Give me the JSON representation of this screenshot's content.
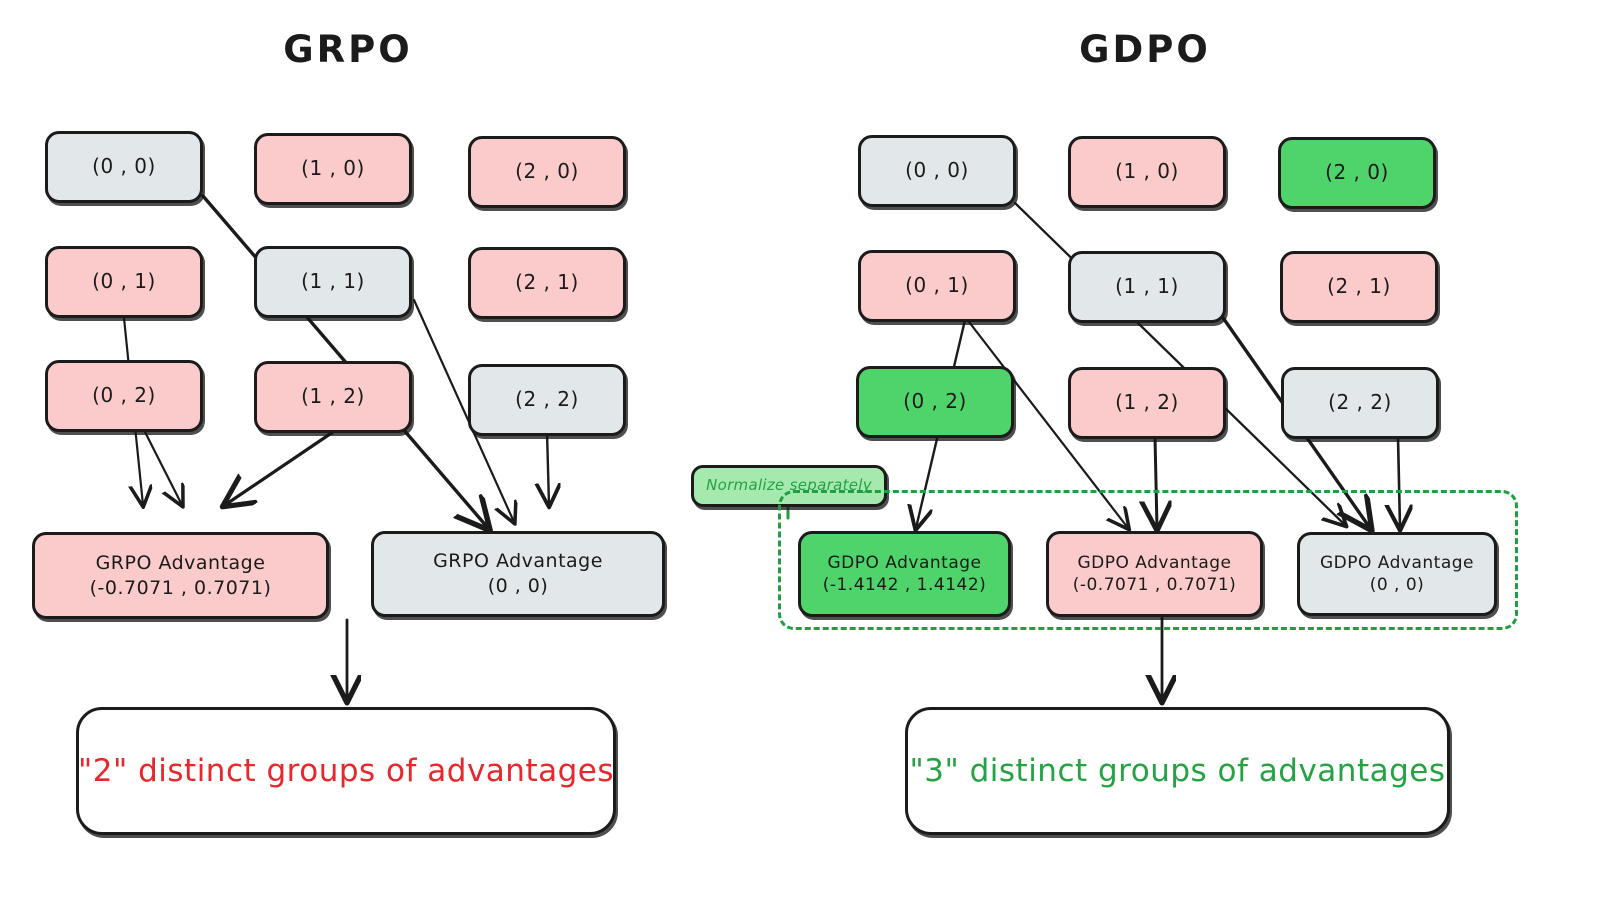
{
  "panels": [
    {
      "id": "grpo",
      "title": "GRPO",
      "grid": [
        {
          "label": "(0 , 0)",
          "color": "gray"
        },
        {
          "label": "(1 , 0)",
          "color": "pink"
        },
        {
          "label": "(2 , 0)",
          "color": "pink"
        },
        {
          "label": "(0 , 1)",
          "color": "pink"
        },
        {
          "label": "(1 , 1)",
          "color": "gray"
        },
        {
          "label": "(2 , 1)",
          "color": "pink"
        },
        {
          "label": "(0 , 2)",
          "color": "pink"
        },
        {
          "label": "(1 , 2)",
          "color": "pink"
        },
        {
          "label": "(2 , 2)",
          "color": "gray"
        }
      ],
      "advantages": [
        {
          "title": "GRPO Advantage",
          "value": "(-0.7071 , 0.7071)",
          "color": "pink"
        },
        {
          "title": "GRPO Advantage",
          "value": "(0 , 0)",
          "color": "gray"
        }
      ],
      "summary": {
        "text": "\"2\" distinct groups of advantages",
        "color": "red",
        "accent": "#e8272c"
      }
    },
    {
      "id": "gdpo",
      "title": "GDPO",
      "grid": [
        {
          "label": "(0 , 0)",
          "color": "gray"
        },
        {
          "label": "(1 , 0)",
          "color": "pink"
        },
        {
          "label": "(2 , 0)",
          "color": "green"
        },
        {
          "label": "(0 , 1)",
          "color": "pink"
        },
        {
          "label": "(1 , 1)",
          "color": "gray"
        },
        {
          "label": "(2 , 1)",
          "color": "pink"
        },
        {
          "label": "(0 , 2)",
          "color": "green"
        },
        {
          "label": "(1 , 2)",
          "color": "pink"
        },
        {
          "label": "(2 , 2)",
          "color": "gray"
        }
      ],
      "advantages": [
        {
          "title": "GDPO Advantage",
          "value": "(-1.4142 , 1.4142)",
          "color": "green"
        },
        {
          "title": "GDPO Advantage",
          "value": "(-0.7071 , 0.7071)",
          "color": "pink"
        },
        {
          "title": "GDPO Advantage",
          "value": "(0 , 0)",
          "color": "gray"
        }
      ],
      "annotation": {
        "text": "Normalize separately",
        "color": "#25a244"
      },
      "summary": {
        "text": "\"3\" distinct groups of advantages",
        "color": "green",
        "accent": "#25a244"
      }
    }
  ],
  "colors": {
    "gray": "#e2e8ea",
    "pink": "#fbcbcb",
    "green": "#4fd46b",
    "light_green": "#a6e9ae",
    "red_text": "#e8272c",
    "green_text": "#25a244",
    "dashed_border": "#1f9e42",
    "stroke": "#1b1b1b",
    "background": "#ffffff"
  }
}
